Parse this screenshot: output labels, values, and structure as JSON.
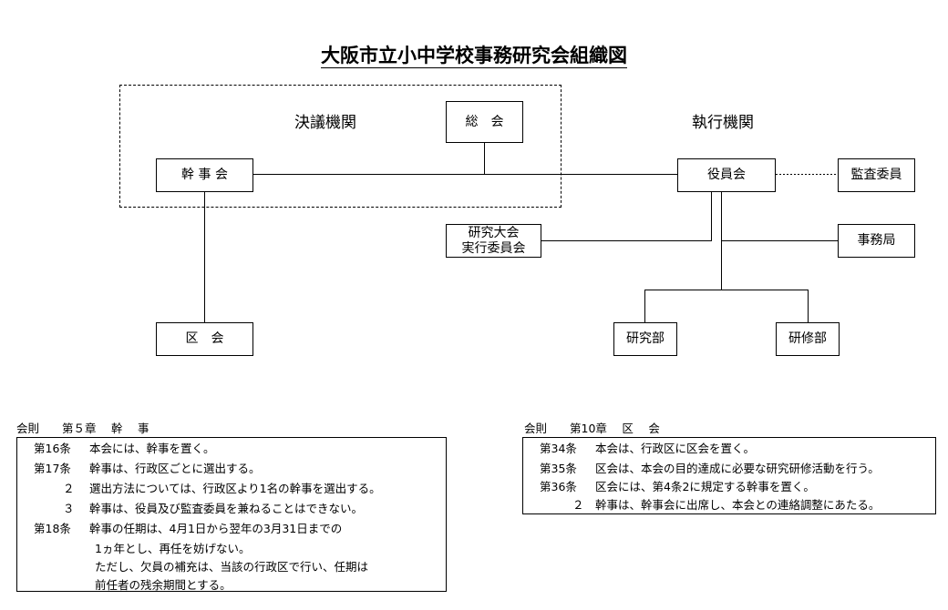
{
  "title": "大阪市立小中学校事務研究会組織図",
  "regions": {
    "decision": "決議機関",
    "execution": "執行機関"
  },
  "nodes": {
    "soukai": "総　会",
    "kanjikai": "幹 事 会",
    "yakuinkai": "役員会",
    "kansa": "監査委員",
    "taikai": [
      "研究大会",
      "実行委員会"
    ],
    "jimukyoku": "事務局",
    "kukai": "区　会",
    "kenkyubu": "研究部",
    "kenshubu": "研修部"
  },
  "rules_left": {
    "heading": "会則　　第５章　 幹　 事",
    "lines": [
      {
        "no": "第16条",
        "text": "本会には、幹事を置く。"
      },
      {
        "no": "第17条",
        "text": "幹事は、行政区ごとに選出する。"
      },
      {
        "no": "２",
        "text": "選出方法については、行政区より1名の幹事を選出する。"
      },
      {
        "no": "３",
        "text": "幹事は、役員及び監査委員を兼ねることはできない。"
      },
      {
        "no": "第18条",
        "text": "幹事の任期は、4月1日から翌年の3月31日までの"
      },
      {
        "no": "",
        "text": "1ヵ年とし、再任を妨げない。"
      },
      {
        "no": "",
        "text": "ただし、欠員の補充は、当該の行政区で行い、任期は"
      },
      {
        "no": "",
        "text": "前任者の残余期間とする。"
      }
    ]
  },
  "rules_right": {
    "heading": "会則　　第10章　 区　 会",
    "lines": [
      {
        "no": "第34条",
        "text": "本会は、行政区に区会を置く。"
      },
      {
        "no": "第35条",
        "text": "区会は、本会の目的達成に必要な研究研修活動を行う。"
      },
      {
        "no": "第36条",
        "text": "区会には、第4条2に規定する幹事を置く。"
      },
      {
        "no": "２",
        "text": "幹事は、幹事会に出席し、本会との連絡調整にあたる。"
      }
    ]
  }
}
